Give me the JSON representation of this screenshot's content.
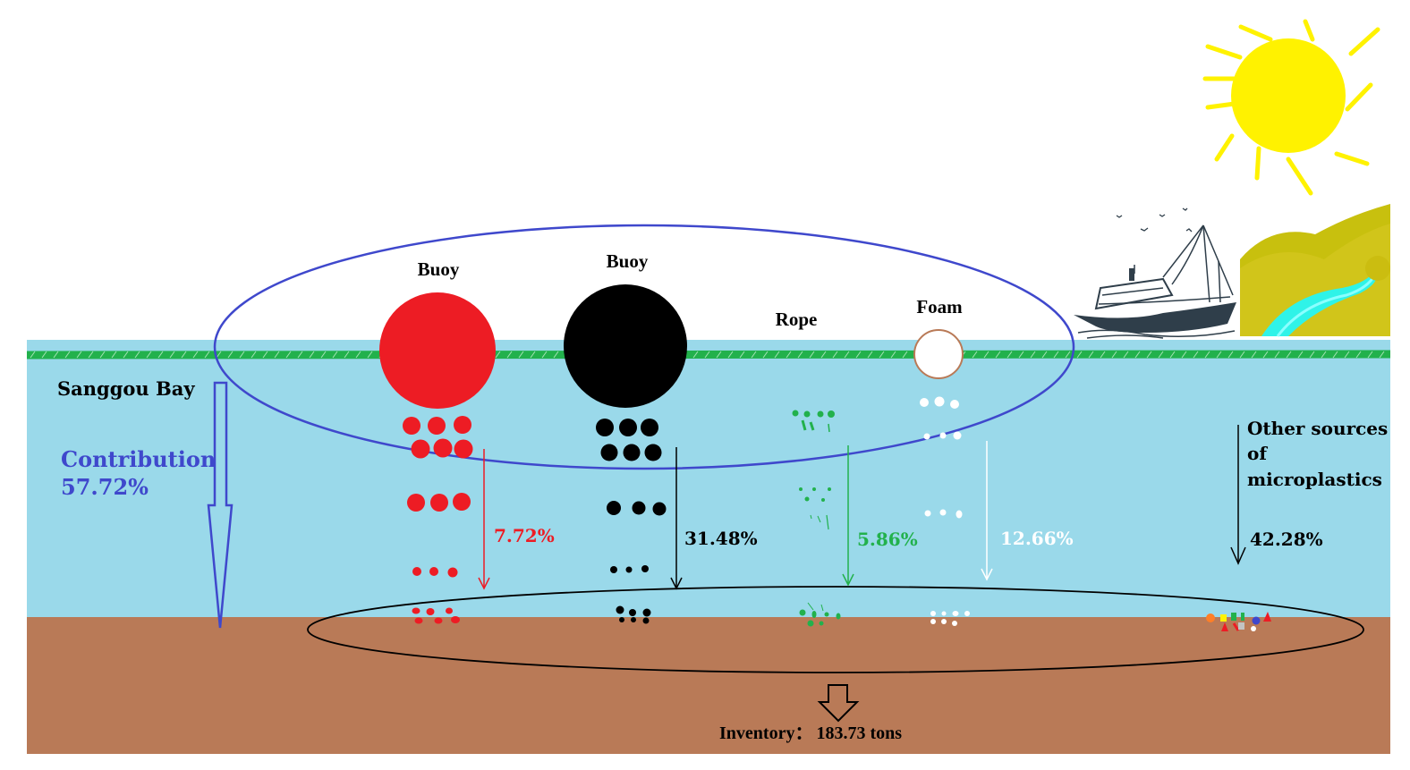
{
  "colors": {
    "water": "#9ad9ea",
    "sediment": "#b97a57",
    "surface_rope": "#22b14c",
    "red_buoy": "#ed1c24",
    "black_buoy": "#000000",
    "rope": "#22b14c",
    "foam": "#ffffff",
    "foam_outline": "#b97a57",
    "contribution": "#3f48cc",
    "sun": "#fff200"
  },
  "location_label": "Sanggou Bay",
  "contribution": {
    "label": "Contribution",
    "value": "57.72%"
  },
  "sources": [
    {
      "id": "red-buoy",
      "label": "Buoy",
      "percent": "7.72%",
      "color": "#ed1c24"
    },
    {
      "id": "black-buoy",
      "label": "Buoy",
      "percent": "31.48%",
      "color": "#000000"
    },
    {
      "id": "rope",
      "label": "Rope",
      "percent": "5.86%",
      "color": "#22b14c"
    },
    {
      "id": "foam",
      "label": "Foam",
      "percent": "12.66%",
      "color": "#ffffff"
    }
  ],
  "other_sources": {
    "label_lines": [
      "Other sources",
      "of",
      "microplastics"
    ],
    "percent": "42.28%"
  },
  "inventory": {
    "label": "Inventory：",
    "value": "183.73 tons"
  },
  "icons": [
    "sun-icon",
    "fishing-boat-icon",
    "seagull-icon",
    "hills-river-icon"
  ]
}
